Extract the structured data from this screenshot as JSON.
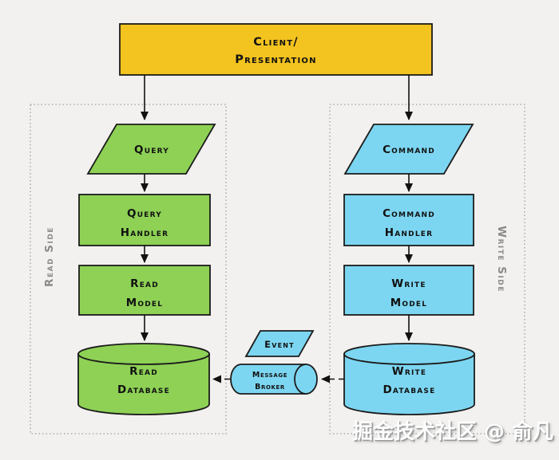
{
  "watermark": "掘金技术社区 @ 俞凡",
  "colors": {
    "background": "#f2f1ef",
    "yellow_fill": "#f3c31f",
    "green_fill": "#8ed155",
    "blue_fill": "#7dd6f1",
    "stroke": "#1b1b1b",
    "container_border": "#9e9e9e",
    "side_label": "#8a8a8a"
  },
  "client": {
    "lines": [
      "Client/",
      "Presentation"
    ]
  },
  "read": {
    "side_label": "Read Side",
    "query": {
      "lines": [
        "Query"
      ]
    },
    "handler": {
      "lines": [
        "Query",
        "Handler"
      ]
    },
    "model": {
      "lines": [
        "Read",
        "Model"
      ]
    },
    "database": {
      "lines": [
        "Read",
        "Database"
      ]
    }
  },
  "write": {
    "side_label": "Write Side",
    "command": {
      "lines": [
        "Command"
      ]
    },
    "handler": {
      "lines": [
        "Command",
        "Handler"
      ]
    },
    "model": {
      "lines": [
        "Write",
        "Model"
      ]
    },
    "database": {
      "lines": [
        "Write",
        "Database"
      ]
    }
  },
  "middle": {
    "event": {
      "lines": [
        "Event"
      ]
    },
    "broker": {
      "lines": [
        "Message",
        "Broker"
      ]
    }
  }
}
